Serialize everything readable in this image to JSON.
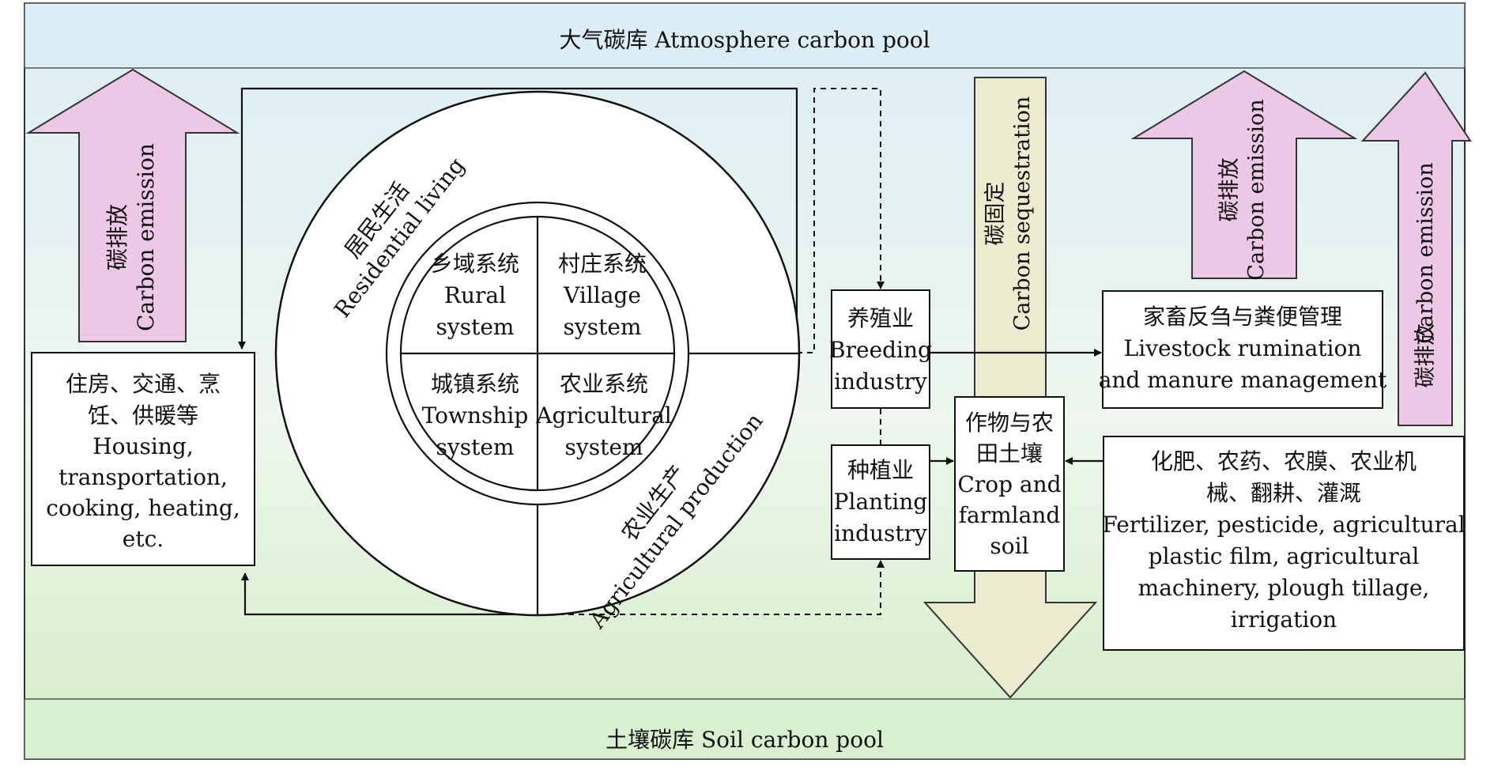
{
  "colors": {
    "atmosphere_band": "#dcedf5",
    "soil_band": "#d8efd0",
    "emission_arrow_fill": "#ecc8e6",
    "sequestration_arrow_fill": "#ebebcf",
    "line": "#111111"
  },
  "atmosphere": {
    "label": "大气碳库 Atmosphere carbon pool"
  },
  "soil": {
    "label": "土壤碳库 Soil carbon pool"
  },
  "left_emission": {
    "cn": "碳排放",
    "en": "Carbon emission"
  },
  "right_emission_1": {
    "cn": "碳排放",
    "en": "Carbon emission"
  },
  "right_emission_2": {
    "cn": "碳排放",
    "en": "Carbon emission"
  },
  "sequestration": {
    "cn": "碳固定",
    "en": "Carbon sequestration"
  },
  "housing_box": {
    "lines": [
      "住房、交通、烹",
      "饪、供暖等",
      "Housing,",
      "transportation,",
      "cooking, heating,",
      "etc."
    ]
  },
  "ring": {
    "residential_cn": "居民生活",
    "residential_en": "Residential living",
    "agricultural_cn": "农业生产",
    "agricultural_en": "Agricultural production"
  },
  "quadrants": {
    "rural": [
      "乡域系统",
      "Rural",
      "system"
    ],
    "village": [
      "村庄系统",
      "Village",
      "system"
    ],
    "township": [
      "城镇系统",
      "Township",
      "system"
    ],
    "agricultural": [
      "农业系统",
      "Agricultural",
      "system"
    ]
  },
  "breeding_box": {
    "lines": [
      "养殖业",
      "Breeding",
      "industry"
    ]
  },
  "planting_box": {
    "lines": [
      "种植业",
      "Planting",
      "industry"
    ]
  },
  "crop_box": {
    "lines": [
      "作物与农",
      "田土壤",
      "Crop and",
      "farmland",
      "soil"
    ]
  },
  "livestock_box": {
    "lines": [
      "家畜反刍与粪便管理",
      "Livestock rumination",
      "and manure management"
    ]
  },
  "inputs_box": {
    "lines": [
      "化肥、农药、农膜、农业机",
      "械、翻耕、灌溉",
      "Fertilizer, pesticide, agricultural",
      "plastic film, agricultural",
      "machinery, plough tillage,",
      "irrigation"
    ]
  }
}
